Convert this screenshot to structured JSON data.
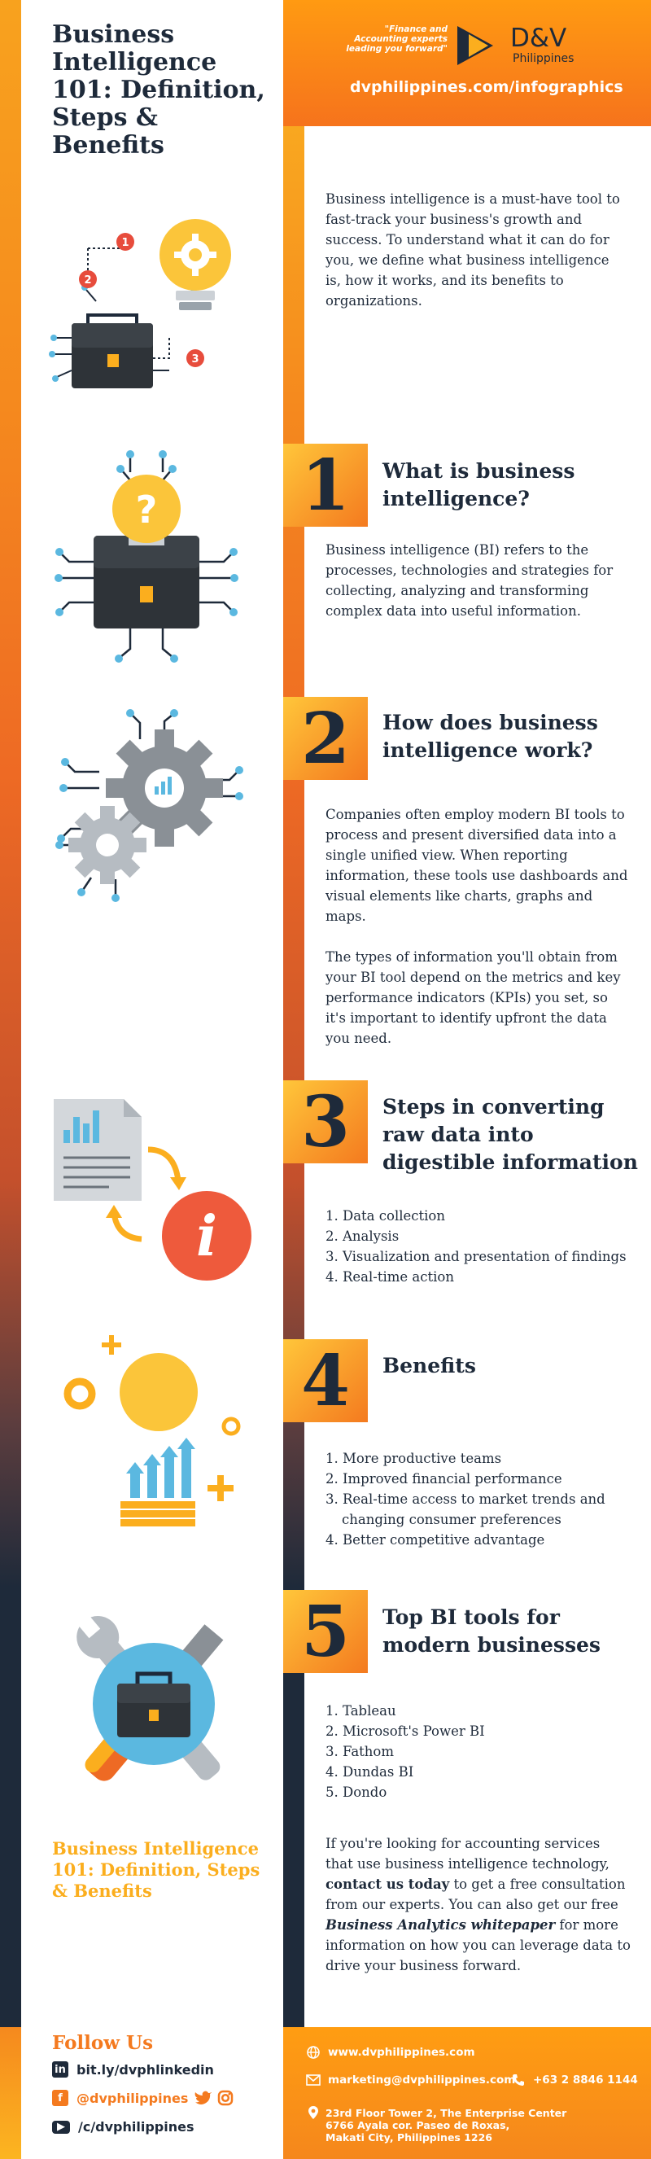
{
  "header": {
    "title": "Business Intelligence 101: Definition, Steps & Benefits",
    "tagline": "\"Finance and Accounting experts leading you forward\"",
    "logo_name": "D&V",
    "logo_sub": "Philippines",
    "url": "dvphilippines.com/infographics"
  },
  "intro": "Business intelligence is a must-have tool to fast-track your business's growth and success. To understand what it can do for you, we define what business intelligence is, how it works, and its benefits to organizations.",
  "intro_badges": [
    "1",
    "2",
    "3"
  ],
  "sections": [
    {
      "number": "1",
      "title": "What is business intelligence?",
      "body": "Business intelligence (BI) refers to the processes, technologies and strategies for collecting, analyzing and transforming complex data into useful information.",
      "icon_glyph": "?"
    },
    {
      "number": "2",
      "title": "How does business intelligence work?",
      "body": "Companies often employ modern BI tools to process and present diversified data into a single unified view. When reporting information, these tools use dashboards and visual elements like charts, graphs and maps.",
      "body2": "The types of information you'll obtain from your BI tool depend on the metrics and key performance indicators (KPIs) you set, so it's important to identify upfront the data you need."
    },
    {
      "number": "3",
      "title": "Steps in converting raw data into digestible information",
      "items": [
        "1. Data collection",
        "2. Analysis",
        "3. Visualization and presentation of findings",
        "4. Real-time action"
      ],
      "icon_glyph": "i"
    },
    {
      "number": "4",
      "title": "Benefits",
      "items": [
        "1. More productive teams",
        "2. Improved financial performance",
        "3. Real-time access to market trends and changing consumer preferences",
        "4. Better competitive advantage"
      ]
    },
    {
      "number": "5",
      "title": "Top BI tools for modern businesses",
      "items": [
        "1. Tableau",
        "2. Microsoft's Power BI",
        "3. Fathom",
        "4. Dundas BI",
        "5. Dondo"
      ]
    }
  ],
  "outro": {
    "part1": "If you're looking for accounting services that use business intelligence technology, ",
    "bold1": "contact us today",
    "part2": " to get a free consultation from our experts. You can also get our free ",
    "bold2": "Business Analytics whitepaper",
    "part3": " for more information on how you can leverage data to drive your business forward."
  },
  "footer_title": "Business Intelligence 101: Definition, Steps & Benefits",
  "footer": {
    "follow": "Follow Us",
    "linkedin": "bit.ly/dvphlinkedin",
    "social_handle": "@dvphilippines",
    "youtube": "/c/dvphilippines",
    "website": "www.dvphilippines.com",
    "email": "marketing@dvphilippines.com",
    "phone": "+63 2 8846 1144",
    "address": [
      "23rd Floor Tower 2, The Enterprise Center",
      "6766 Ayala cor. Paseo de Roxas,",
      "Makati City, Philippines 1226"
    ]
  },
  "colors": {
    "navy": "#1e2a3a",
    "orange": "#f47a1f",
    "yellow": "#fbae1e",
    "blue": "#5bb8e0"
  },
  "icons": [
    "lightbulb-gear-icon",
    "briefcase-icon",
    "question-bulb-icon",
    "gears-chart-icon",
    "document-chart-icon",
    "info-icon",
    "bar-chart-coins-icon",
    "wrench-briefcase-icon",
    "linkedin-icon",
    "facebook-icon",
    "twitter-icon",
    "instagram-icon",
    "youtube-icon",
    "globe-icon",
    "mail-icon",
    "phone-icon",
    "location-icon"
  ]
}
